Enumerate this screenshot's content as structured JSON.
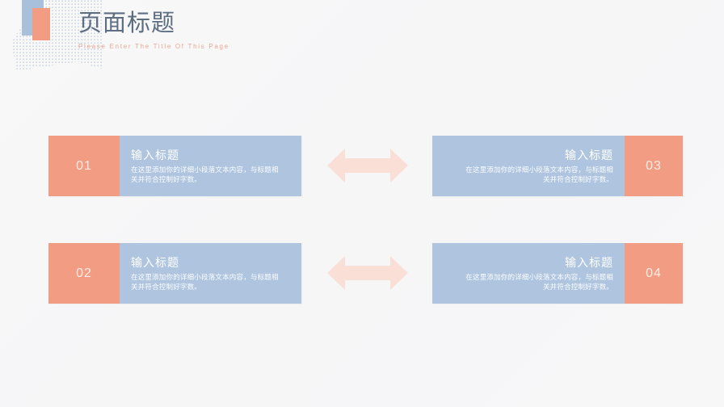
{
  "header": {
    "title": "页面标题",
    "subtitle": "Please Enter The Title Of This Page"
  },
  "colors": {
    "orange": "#f29d83",
    "blue": "#afc5df",
    "arrow": "#fadfd6",
    "title_text": "#5d6d82",
    "subtitle_text": "#eaa794",
    "background": "#f7f7f7"
  },
  "cards": [
    {
      "number": "01",
      "title": "输入标题",
      "desc": "在这里添加你的详细小段落文本内容，与标题相关并符合控制好字数。",
      "align": "left"
    },
    {
      "number": "03",
      "title": "输入标题",
      "desc": "在这里添加你的详细小段落文本内容，与标题相关并符合控制好字数。",
      "align": "right"
    },
    {
      "number": "02",
      "title": "输入标题",
      "desc": "在这里添加你的详细小段落文本内容，与标题相关并符合控制好字数。",
      "align": "left"
    },
    {
      "number": "04",
      "title": "输入标题",
      "desc": "在这里添加你的详细小段落文本内容，与标题相关并符合控制好字数。",
      "align": "right"
    }
  ],
  "arrows": [
    {
      "name": "double-arrow-row-1"
    },
    {
      "name": "double-arrow-row-2"
    }
  ]
}
